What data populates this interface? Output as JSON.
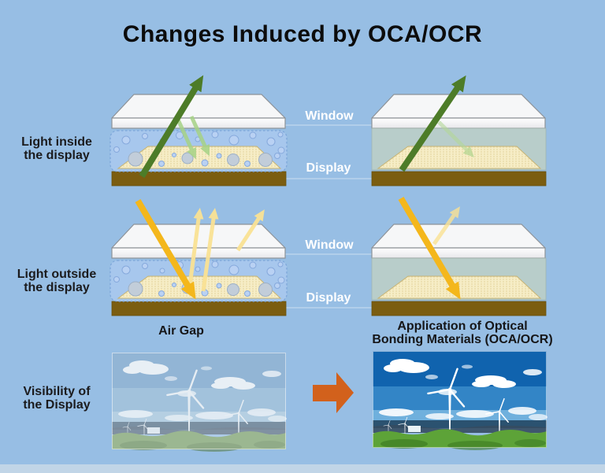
{
  "title": "Changes Induced by OCA/OCR",
  "row_labels": {
    "inside": {
      "line1": "Light inside",
      "line2": "the display"
    },
    "outside": {
      "line1": "Light outside",
      "line2": "the display"
    },
    "visibility": {
      "line1": "Visibility of",
      "line2": "the Display"
    }
  },
  "layer_labels": {
    "window": "Window",
    "display": "Display"
  },
  "captions": {
    "air_gap": "Air Gap",
    "oca_line1": "Application of Optical",
    "oca_line2": "Bonding Materials (OCA/OCR)"
  },
  "colors": {
    "background": "#97bee4",
    "footer_strip": "#c1d5e7",
    "title_text": "#0c0c0c",
    "label_text": "#1b1b1d",
    "layer_label_text": "#ffffff",
    "inside_light_arrow": "#4d7c28",
    "inside_reflection_arrow": "#a6d286",
    "outside_light_arrow": "#f4b71c",
    "outside_reflection_arrow": "#fae294",
    "window_fill": "#f6f7f8",
    "air_gap_fill": "#a8c8ee",
    "oca_fill": "#bccfc8",
    "display_panel_fill": "#f6edc6",
    "base_fill": "#7b5d10",
    "transition_arrow": "#d2611c"
  }
}
